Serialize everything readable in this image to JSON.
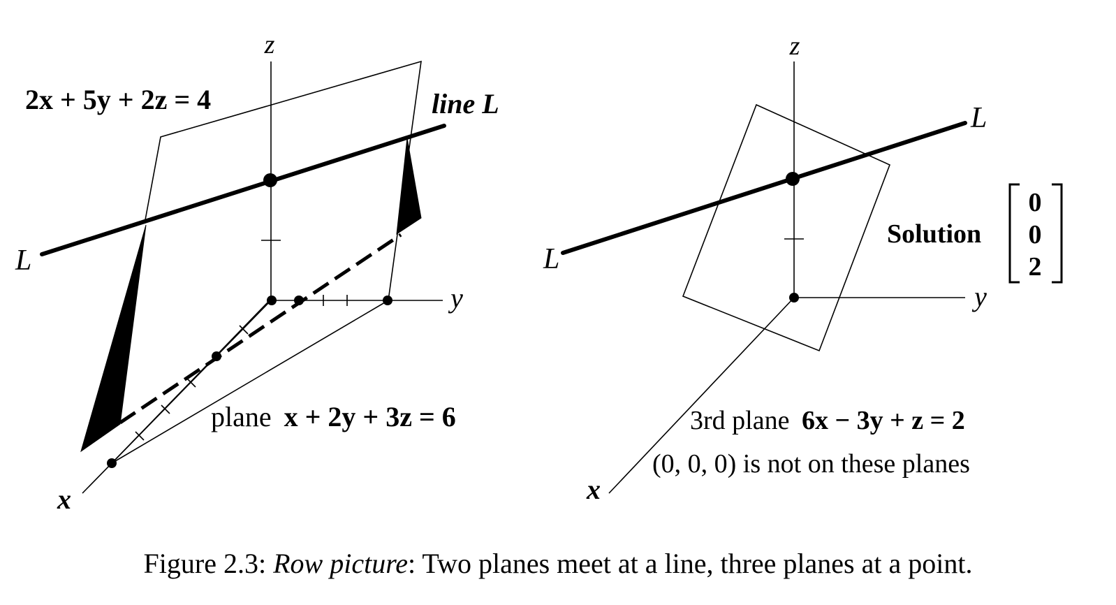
{
  "left_panel": {
    "axis_z": "z",
    "axis_y": "y",
    "axis_x": "x",
    "plane1_equation": "2x + 5y + 2z = 4",
    "line_label_top": "line L",
    "line_label_left": "L",
    "plane2_prefix": "plane",
    "plane2_equation": "x + 2y + 3z = 6"
  },
  "right_panel": {
    "axis_z": "z",
    "axis_y": "y",
    "axis_x": "x",
    "line_label_right": "L",
    "line_label_left": "L",
    "solution_label": "Solution",
    "solution_vector": [
      "0",
      "0",
      "2"
    ],
    "plane3_prefix": "3rd plane",
    "plane3_equation": "6x − 3y + z = 2",
    "origin_note": "(0, 0, 0) is not on these planes"
  },
  "caption": {
    "figure_number": "Figure 2.3:",
    "emphasis": "Row picture",
    "text": ": Two planes meet at a line, three planes at a point."
  }
}
